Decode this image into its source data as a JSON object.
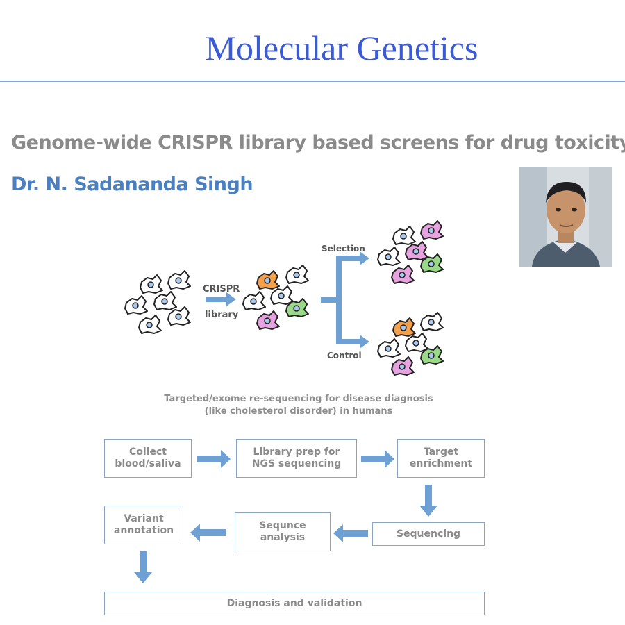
{
  "slide": {
    "title": "Molecular Genetics",
    "subtitle": "Genome-wide CRISPR library based screens for drug toxicity",
    "author": "Dr. N. Sadananda Singh"
  },
  "crispr_diagram": {
    "arrow_label_line1": "CRISPR",
    "arrow_label_line2": "library",
    "branch_top": "Selection",
    "branch_bottom": "Control",
    "colors": {
      "cell_default": "#ffffff",
      "orange": "#f5a04a",
      "pink": "#e7a3e0",
      "green": "#9ad88a",
      "arrow": "#6fa0d4"
    }
  },
  "workflow": {
    "caption_line1": "Targeted/exome re-sequencing for disease diagnosis",
    "caption_line2": "(like cholesterol disorder) in humans",
    "steps": {
      "collect_line1": "Collect",
      "collect_line2": "blood/saliva",
      "libprep_line1": "Library prep for",
      "libprep_line2": "NGS sequencing",
      "target_line1": "Target",
      "target_line2": "enrichment",
      "sequencing": "Sequencing",
      "analysis_line1": "Sequnce",
      "analysis_line2": "analysis",
      "variant_line1": "Variant",
      "variant_line2": "annotation",
      "diagnosis": "Diagnosis and validation"
    }
  }
}
